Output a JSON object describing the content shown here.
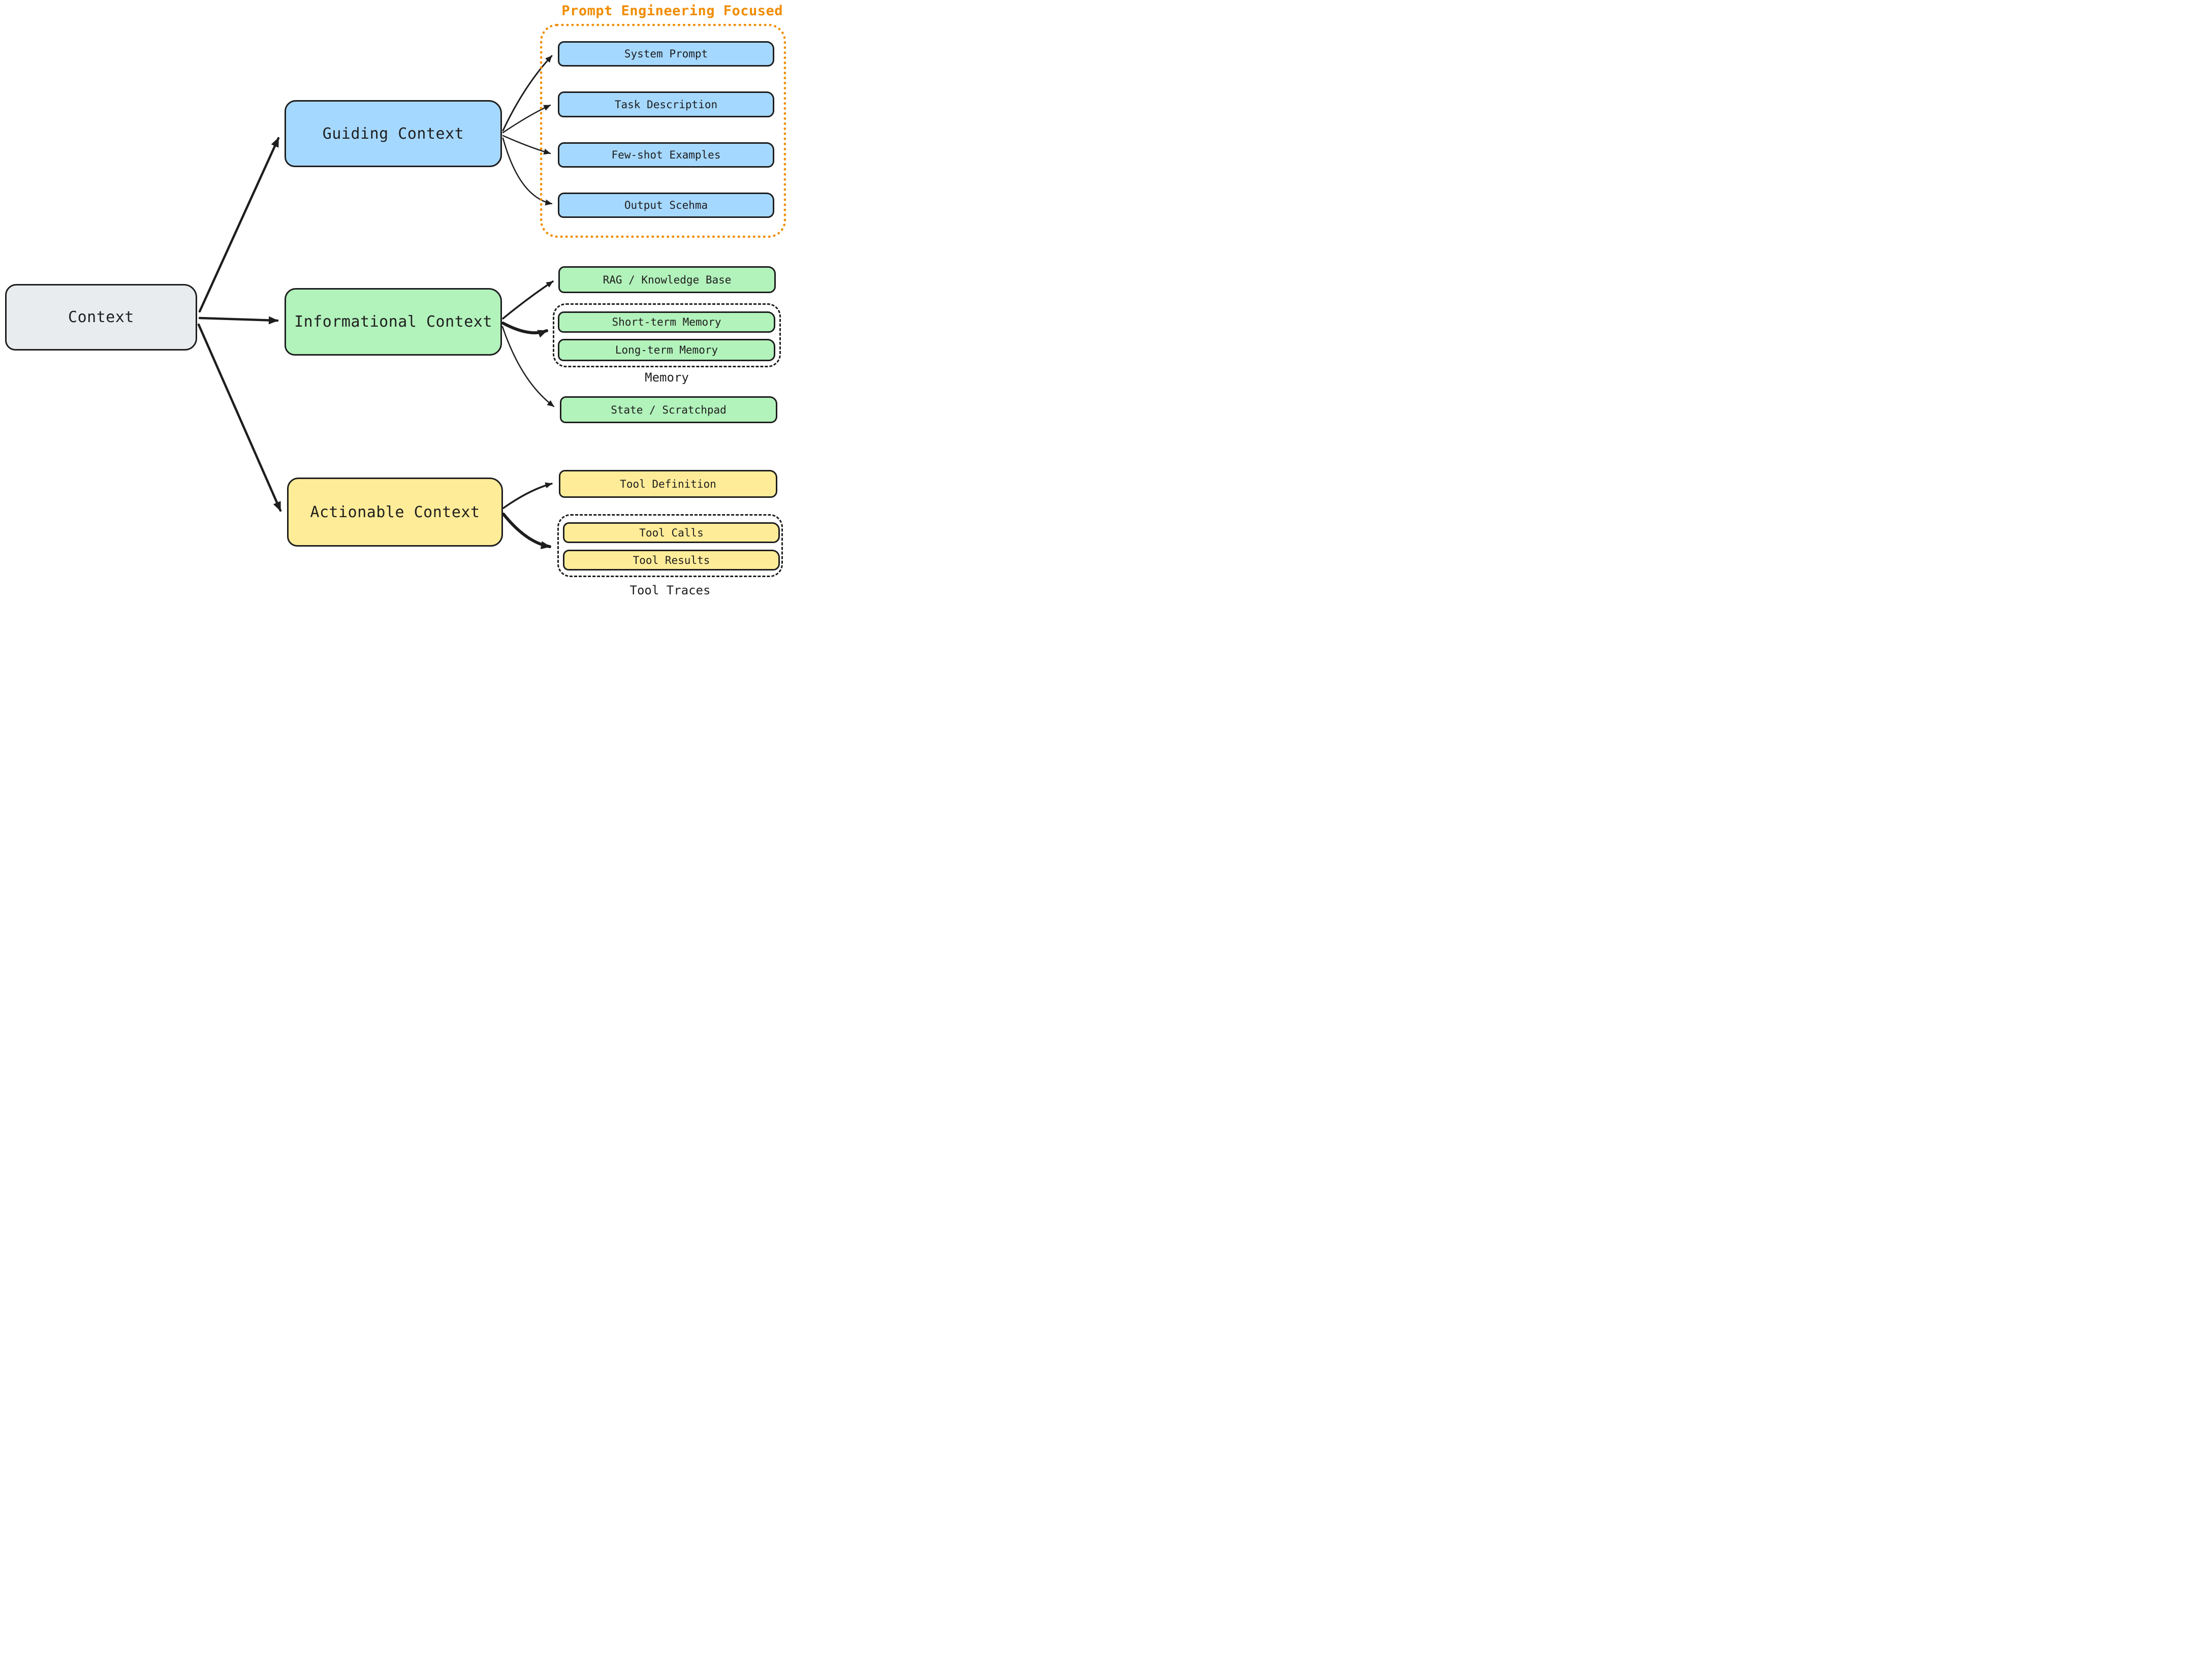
{
  "annotation": {
    "label": "Prompt Engineering Focused"
  },
  "context": {
    "label": "Context"
  },
  "guiding": {
    "label": "Guiding Context",
    "items": [
      "System Prompt",
      "Task Description",
      "Few-shot Examples",
      "Output Scehma"
    ]
  },
  "informational": {
    "label": "Informational Context",
    "rag": "RAG / Knowledge Base",
    "memory": {
      "label": "Memory",
      "items": [
        "Short-term Memory",
        "Long-term Memory"
      ]
    },
    "state": "State / Scratchpad"
  },
  "actionable": {
    "label": "Actionable Context",
    "tool_definition": "Tool Definition",
    "tool_traces": {
      "label": "Tool Traces",
      "items": [
        "Tool Calls",
        "Tool Results"
      ]
    }
  },
  "colors": {
    "stroke": "#1e1e1e",
    "blue_fill": "#a5d8ff",
    "green_fill": "#b2f2bb",
    "yellow_fill": "#ffec99",
    "gray_fill": "#e9ecef",
    "accent_orange": "#f08c00"
  }
}
